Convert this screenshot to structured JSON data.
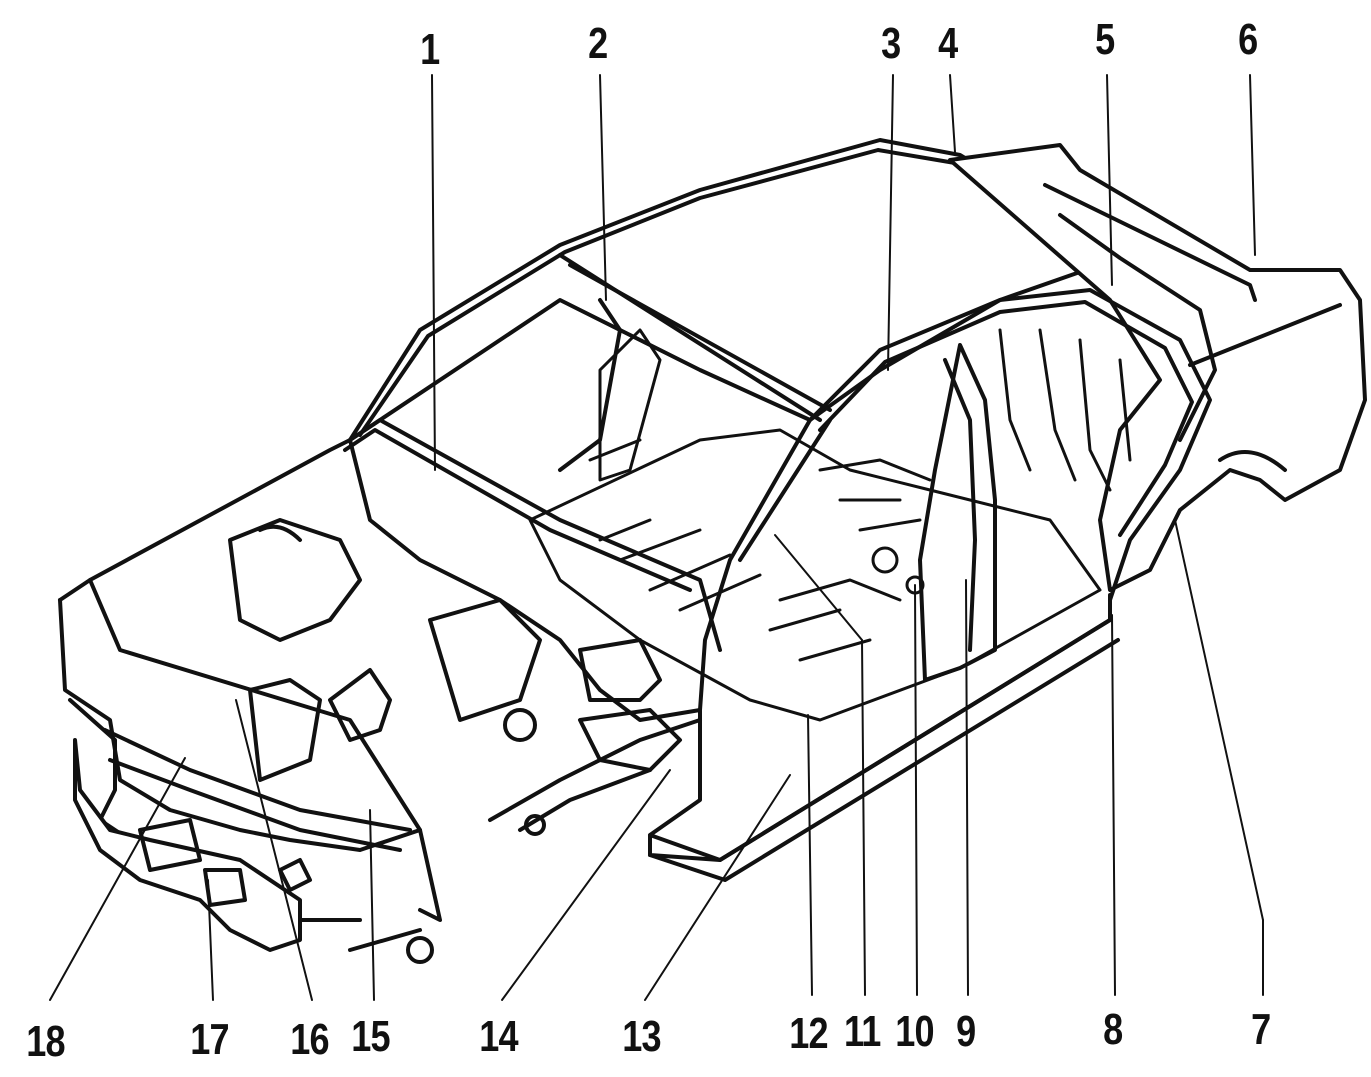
{
  "figure": {
    "callouts": [
      {
        "id": "1",
        "label": "1"
      },
      {
        "id": "2",
        "label": "2"
      },
      {
        "id": "3",
        "label": "3"
      },
      {
        "id": "4",
        "label": "4"
      },
      {
        "id": "5",
        "label": "5"
      },
      {
        "id": "6",
        "label": "6"
      },
      {
        "id": "7",
        "label": "7"
      },
      {
        "id": "8",
        "label": "8"
      },
      {
        "id": "9",
        "label": "9"
      },
      {
        "id": "10",
        "label": "10"
      },
      {
        "id": "11",
        "label": "11"
      },
      {
        "id": "12",
        "label": "12"
      },
      {
        "id": "13",
        "label": "13"
      },
      {
        "id": "14",
        "label": "14"
      },
      {
        "id": "15",
        "label": "15"
      },
      {
        "id": "16",
        "label": "16"
      },
      {
        "id": "17",
        "label": "17"
      },
      {
        "id": "18",
        "label": "18"
      }
    ]
  }
}
